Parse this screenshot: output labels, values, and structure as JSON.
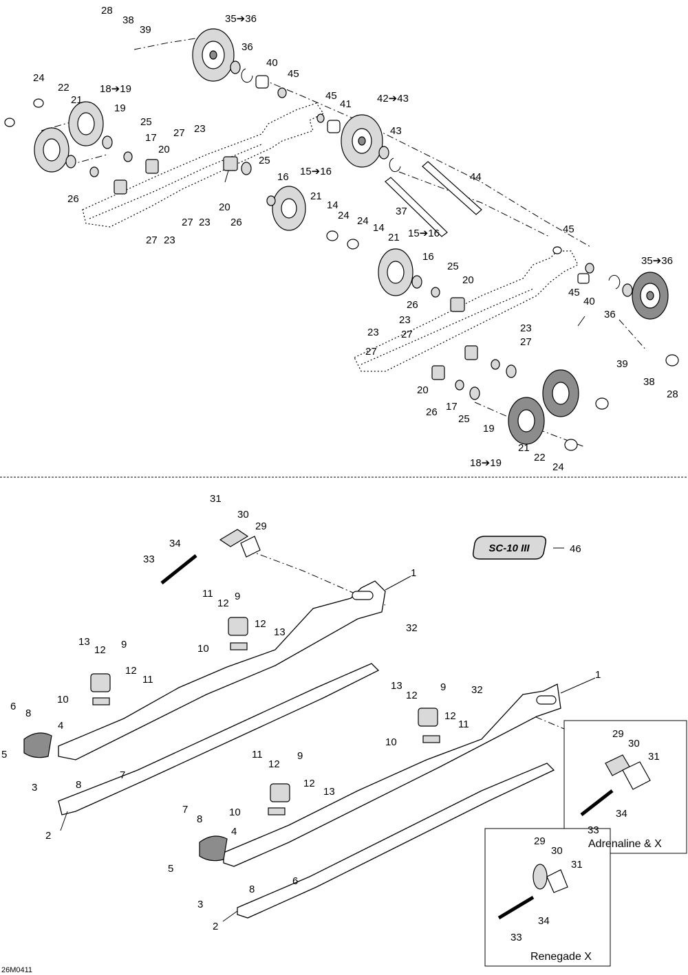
{
  "labels": {
    "l1": "1",
    "l2": "2",
    "l3": "3",
    "l4": "4",
    "l5": "5",
    "l6": "6",
    "l7": "7",
    "l8": "8",
    "l9": "9",
    "l10": "10",
    "l11": "11",
    "l12": "12",
    "l13": "13",
    "l14": "14",
    "l15_16": "15➔16",
    "l16": "16",
    "l17": "17",
    "l18_19": "18➔19",
    "l19": "19",
    "l20": "20",
    "l21": "21",
    "l22": "22",
    "l23": "23",
    "l24": "24",
    "l25": "25",
    "l26": "26",
    "l27": "27",
    "l28": "28",
    "l29": "29",
    "l30": "30",
    "l31": "31",
    "l32": "32",
    "l33": "33",
    "l34": "34",
    "l35_36": "35➔36",
    "l36": "36",
    "l37": "37",
    "l38": "38",
    "l39": "39",
    "l40": "40",
    "l41": "41",
    "l42_43": "42➔43",
    "l43": "43",
    "l44": "44",
    "l45": "45",
    "l46": "46"
  },
  "captions": {
    "adrenaline": "Adrenaline & X",
    "renegade": "Renegade X"
  },
  "decal_text": "SC-10 III",
  "drawing_code": "26M0411"
}
